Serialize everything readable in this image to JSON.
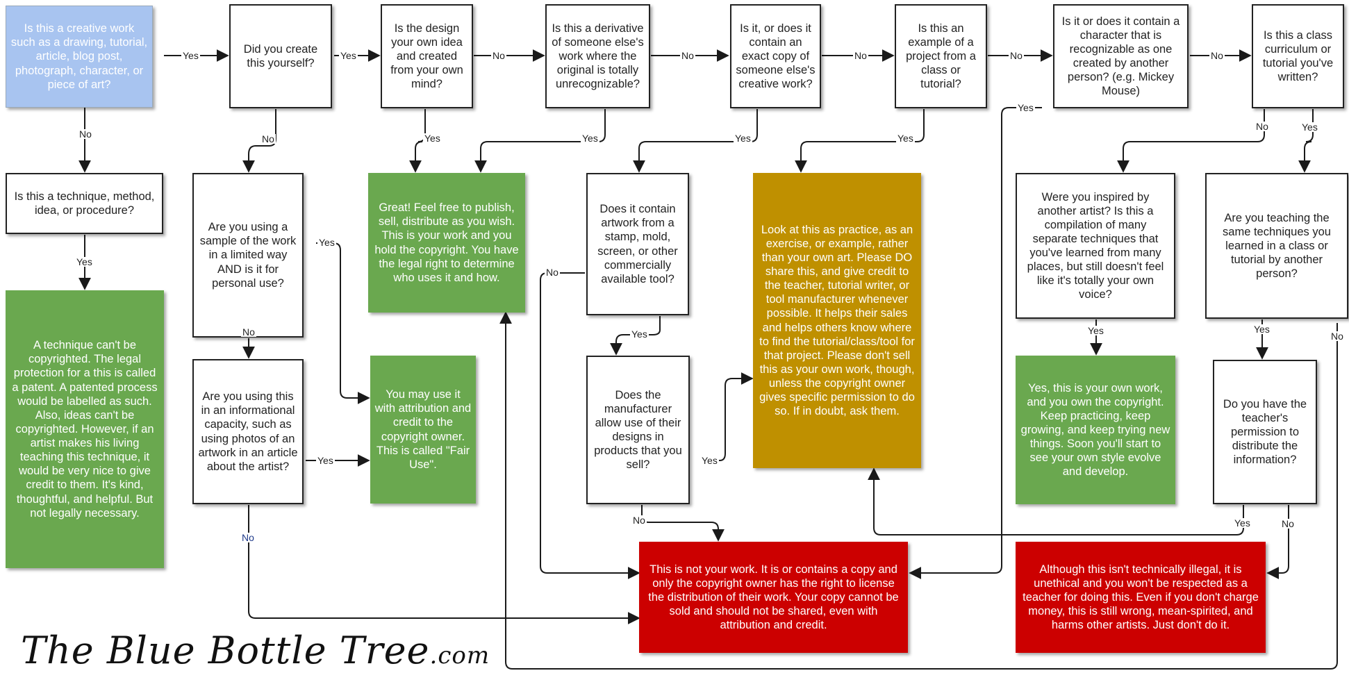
{
  "nodes": {
    "start": "Is this a creative work such as a drawing, tutorial, article, blog post, photograph, character, or piece of art?",
    "q_create": "Did you create this yourself?",
    "q_design": "Is the design your own idea and created from your own mind?",
    "q_deriv": "Is this a derivative of someone else's work where the original is totally unrecognizable?",
    "q_copy": "Is it, or does it contain an exact copy of someone else's creative work?",
    "q_project": "Is this an example of a project from a class or tutorial?",
    "q_character": "Is it or does it contain a character that is recognizable as one created by another person? (e.g. Mickey Mouse)",
    "q_curriculum": "Is this a class curriculum or tutorial you've written?",
    "q_technique": "Is this a technique, method, idea, or procedure?",
    "a_technique": "A technique can't be copyrighted. The legal protection for a this is called a patent. A patented process would be labelled as such. Also, ideas can't be copyrighted. However, if an artist makes his living teaching this technique, it would be very nice to give credit to them. It's kind, thoughtful, and helpful. But not legally necessary.",
    "q_sample": "Are you using a sample of the work in a limited way AND is it for personal use?",
    "q_info": "Are you using this in an informational capacity, such as using photos of an artwork in an article about the artist?",
    "a_great": "Great! Feel free to publish, sell, distribute as you wish. This is your work and you hold the copyright. You have the legal right to determine who uses it and how.",
    "a_fairuse": "You may use it with attribution and credit to the copyright owner. This is called \"Fair Use\".",
    "q_stamp": "Does it contain artwork from a stamp, mold, screen, or other commercially available tool?",
    "q_manufacturer": "Does the manufacturer allow use of their designs in products that you sell?",
    "a_practice": "Look at this as practice, as an exercise, or example, rather than your own art. Please DO share this, and give credit to the teacher, tutorial writer, or tool manufacturer whenever possible. It helps their sales and helps others know where to find the tutorial/class/tool for that project. Please don't sell this as your own work, though, unless the copyright owner gives specific permission to do so. If in doubt, ask them.",
    "q_inspired": "Were you inspired by another artist? Is this a compilation of many separate techniques that you've learned from many places, but still doesn't feel like it's totally your own voice?",
    "a_yourown": "Yes, this is your own work, and you own the copyright. Keep practicing, keep growing, and keep trying new things. Soon you'll start to see your own style evolve and develop.",
    "q_teaching": "Are you teaching the same techniques you learned in a class or tutorial by another person?",
    "q_permission": "Do you have the teacher's permission to distribute the information?",
    "a_notyours": "This is not your work. It is or contains a copy and only the copyright owner has the right to license the distribution of their work. Your copy cannot be sold and should not be shared, even with attribution and credit.",
    "a_unethical": "Although this isn't technically illegal, it is unethical and you won't be respected as a teacher for doing this. Even if you don't charge money, this is still wrong, mean-spirited, and harms other artists. Just don't do it."
  },
  "labels": {
    "yes": "Yes",
    "no": "No"
  },
  "brand": {
    "name": "The Blue Bottle Tree",
    "suffix": ".com"
  },
  "colors": {
    "start": "#a8c4f0",
    "green": "#6aa84f",
    "gold": "#bf9000",
    "red": "#cc0000",
    "line": "#1a1a1a"
  }
}
